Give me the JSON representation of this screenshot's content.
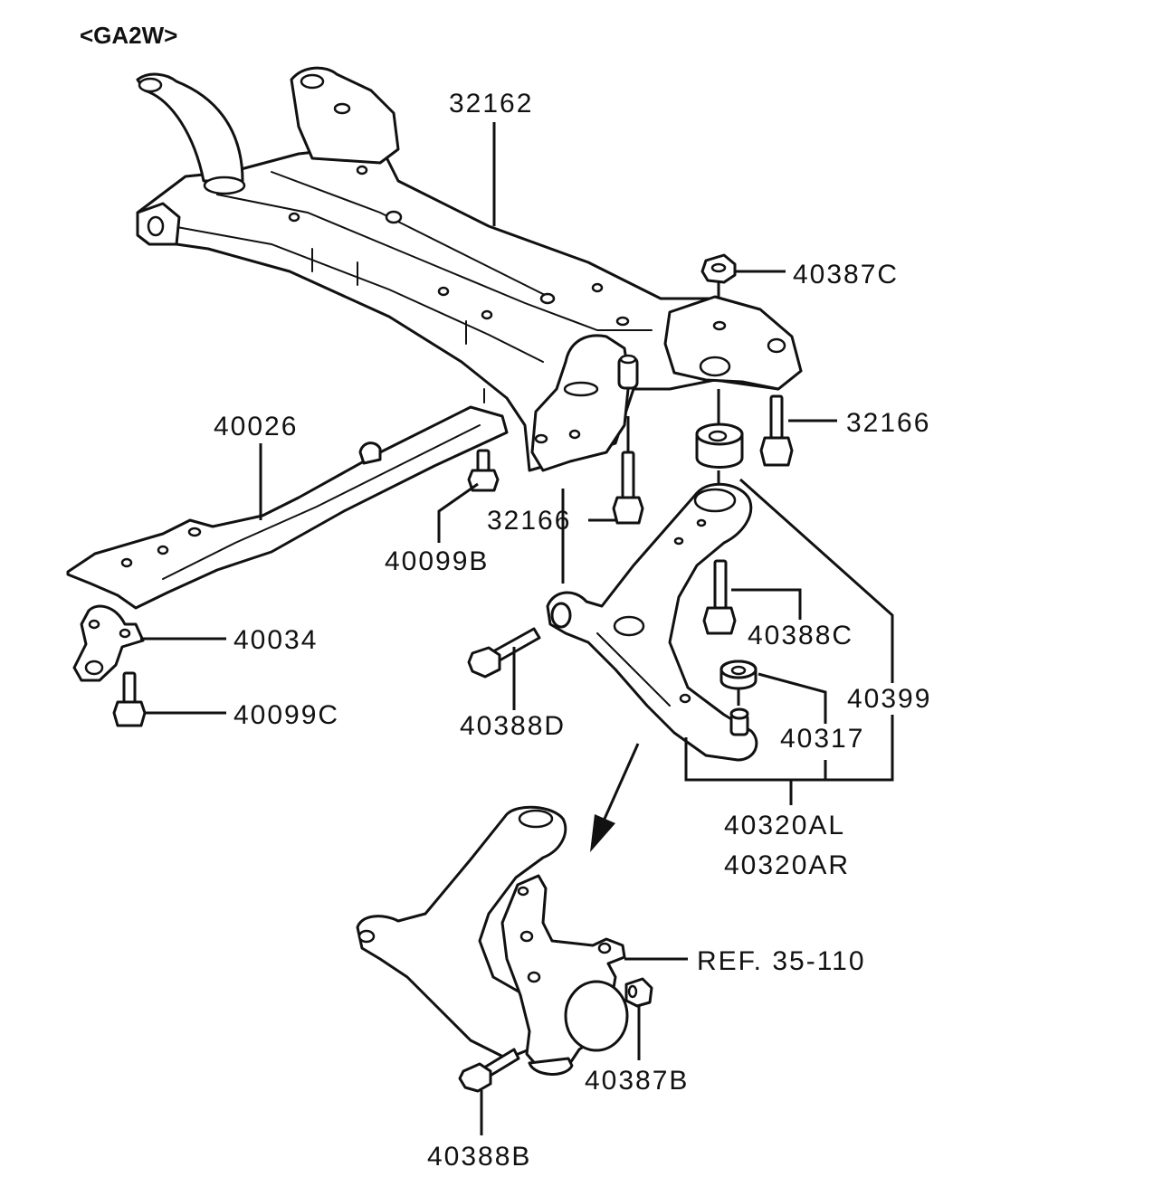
{
  "header": {
    "model_code": "<GA2W>"
  },
  "callouts": {
    "c32162": "32162",
    "c40387C": "40387C",
    "c32166_right": "32166",
    "c40026": "40026",
    "c40099B": "40099B",
    "c32166_center": "32166",
    "c40034": "40034",
    "c40099C": "40099C",
    "c40388C": "40388C",
    "c40399": "40399",
    "c40317": "40317",
    "c40388D": "40388D",
    "c40320AL": "40320AL",
    "c40320AR": "40320AR",
    "cREF": "REF. 35-110",
    "c40387B": "40387B",
    "c40388B": "40388B"
  },
  "colors": {
    "line": "#111111",
    "background": "#ffffff"
  }
}
